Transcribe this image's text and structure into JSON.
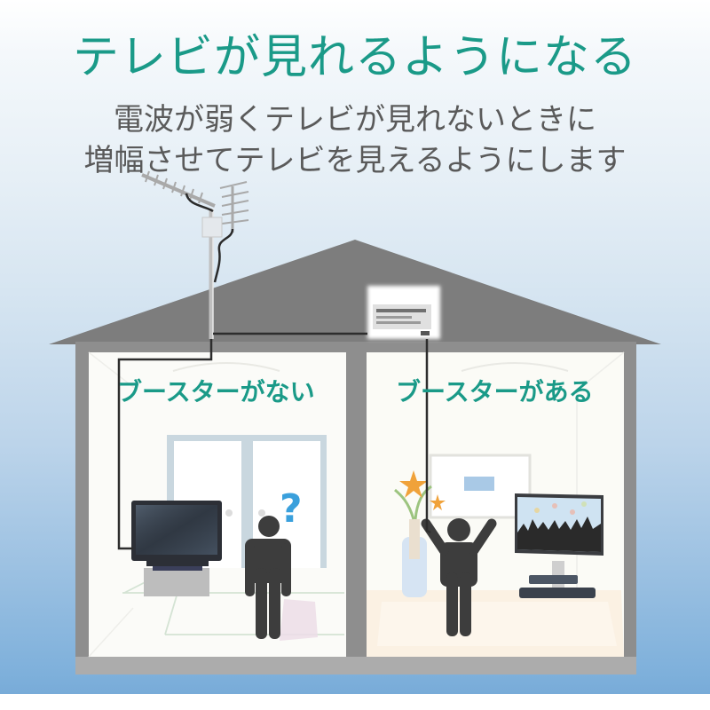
{
  "header": {
    "title": "テレビが見れるようになる",
    "subtitle_line1": "電波が弱くテレビが見れないときに",
    "subtitle_line2": "増幅させてテレビを見えるようにします"
  },
  "rooms": {
    "left": {
      "label": "ブースターがない",
      "reaction_symbol": "?",
      "state": "no-booster"
    },
    "right": {
      "label": "ブースターがある",
      "state": "with-booster"
    }
  },
  "icons": {
    "antenna": "antenna-icon",
    "booster": "booster-icon",
    "tv_off": "tv-off-icon",
    "tv_on": "tv-on-icon",
    "person_confused": "person-confused-icon",
    "person_cheering": "person-cheering-icon",
    "question": "question-mark-icon",
    "plant": "plant-icon"
  },
  "colors": {
    "accent_teal": "#1a9a88",
    "text_gray": "#5a5a5a",
    "house_gray": "#7f7f7f",
    "wall_gray": "#9a9a9a",
    "room_bg": "#fbfbf8",
    "question_blue": "#3aa0dc",
    "person_dark": "#3d3d3d",
    "sky_bottom": "#78abd8"
  }
}
